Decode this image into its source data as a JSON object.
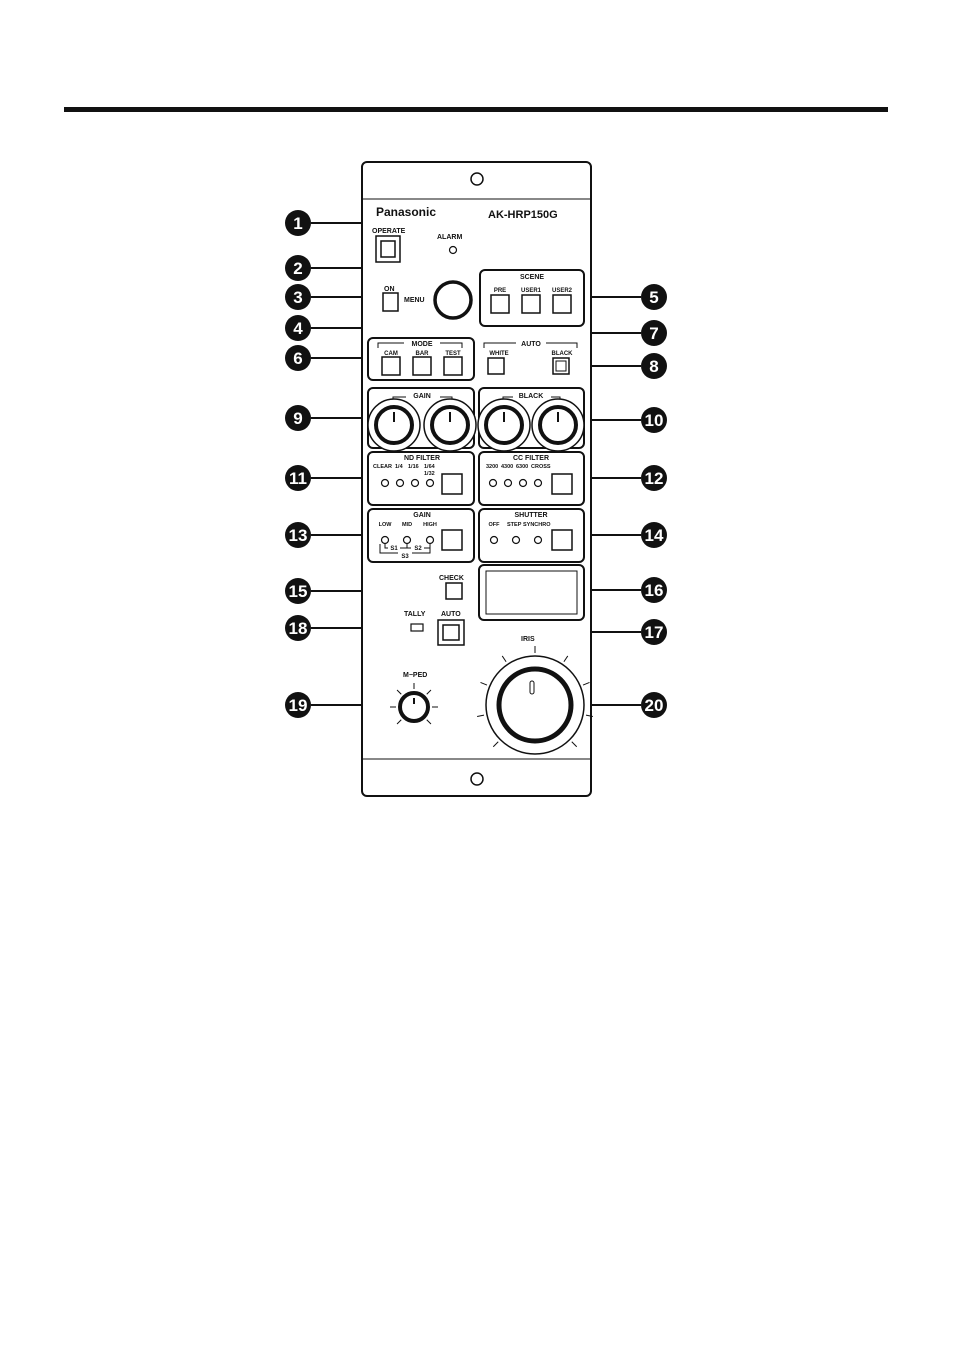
{
  "panel": {
    "brand": "Panasonic",
    "model": "AK-HRP150G"
  },
  "labels": {
    "operate": "OPERATE",
    "alarm": "ALARM",
    "on": "ON",
    "menu": "MENU",
    "scene": "SCENE",
    "scene_pre": "PRE",
    "scene_user1": "USER1",
    "scene_user2": "USER2",
    "mode": "MODE",
    "mode_cam": "CAM",
    "mode_bar": "BAR",
    "mode_test": "TEST",
    "auto_group": "AUTO",
    "auto_white": "WHITE",
    "auto_black": "BLACK",
    "gain_knobs": "GAIN",
    "black_knobs": "BLACK",
    "nd_filter": "ND FILTER",
    "nd_clear": "CLEAR",
    "nd_1_4": "1/4",
    "nd_1_16": "1/16",
    "nd_1_64": "1/64",
    "nd_1_32": "1/32",
    "cc_filter": "CC FILTER",
    "cc_3200": "3200",
    "cc_4300": "4300",
    "cc_6300": "6300",
    "cc_cross": "CROSS",
    "gain_sel": "GAIN",
    "gain_low": "LOW",
    "gain_mid": "MID",
    "gain_high": "HIGH",
    "gain_s1": "S1",
    "gain_s2": "S2",
    "gain_s3": "S3",
    "shutter": "SHUTTER",
    "sh_off": "OFF",
    "sh_step": "STEP",
    "sh_synchro": "SYNCHRO",
    "check": "CHECK",
    "tally": "TALLY",
    "iris_auto": "AUTO",
    "iris": "IRIS",
    "mped": "M−PED"
  },
  "callouts": [
    "1",
    "2",
    "3",
    "4",
    "5",
    "6",
    "7",
    "8",
    "9",
    "10",
    "11",
    "12",
    "13",
    "14",
    "15",
    "16",
    "17",
    "18",
    "19",
    "20"
  ],
  "colors": {
    "ink": "#111111",
    "paper": "#ffffff"
  }
}
